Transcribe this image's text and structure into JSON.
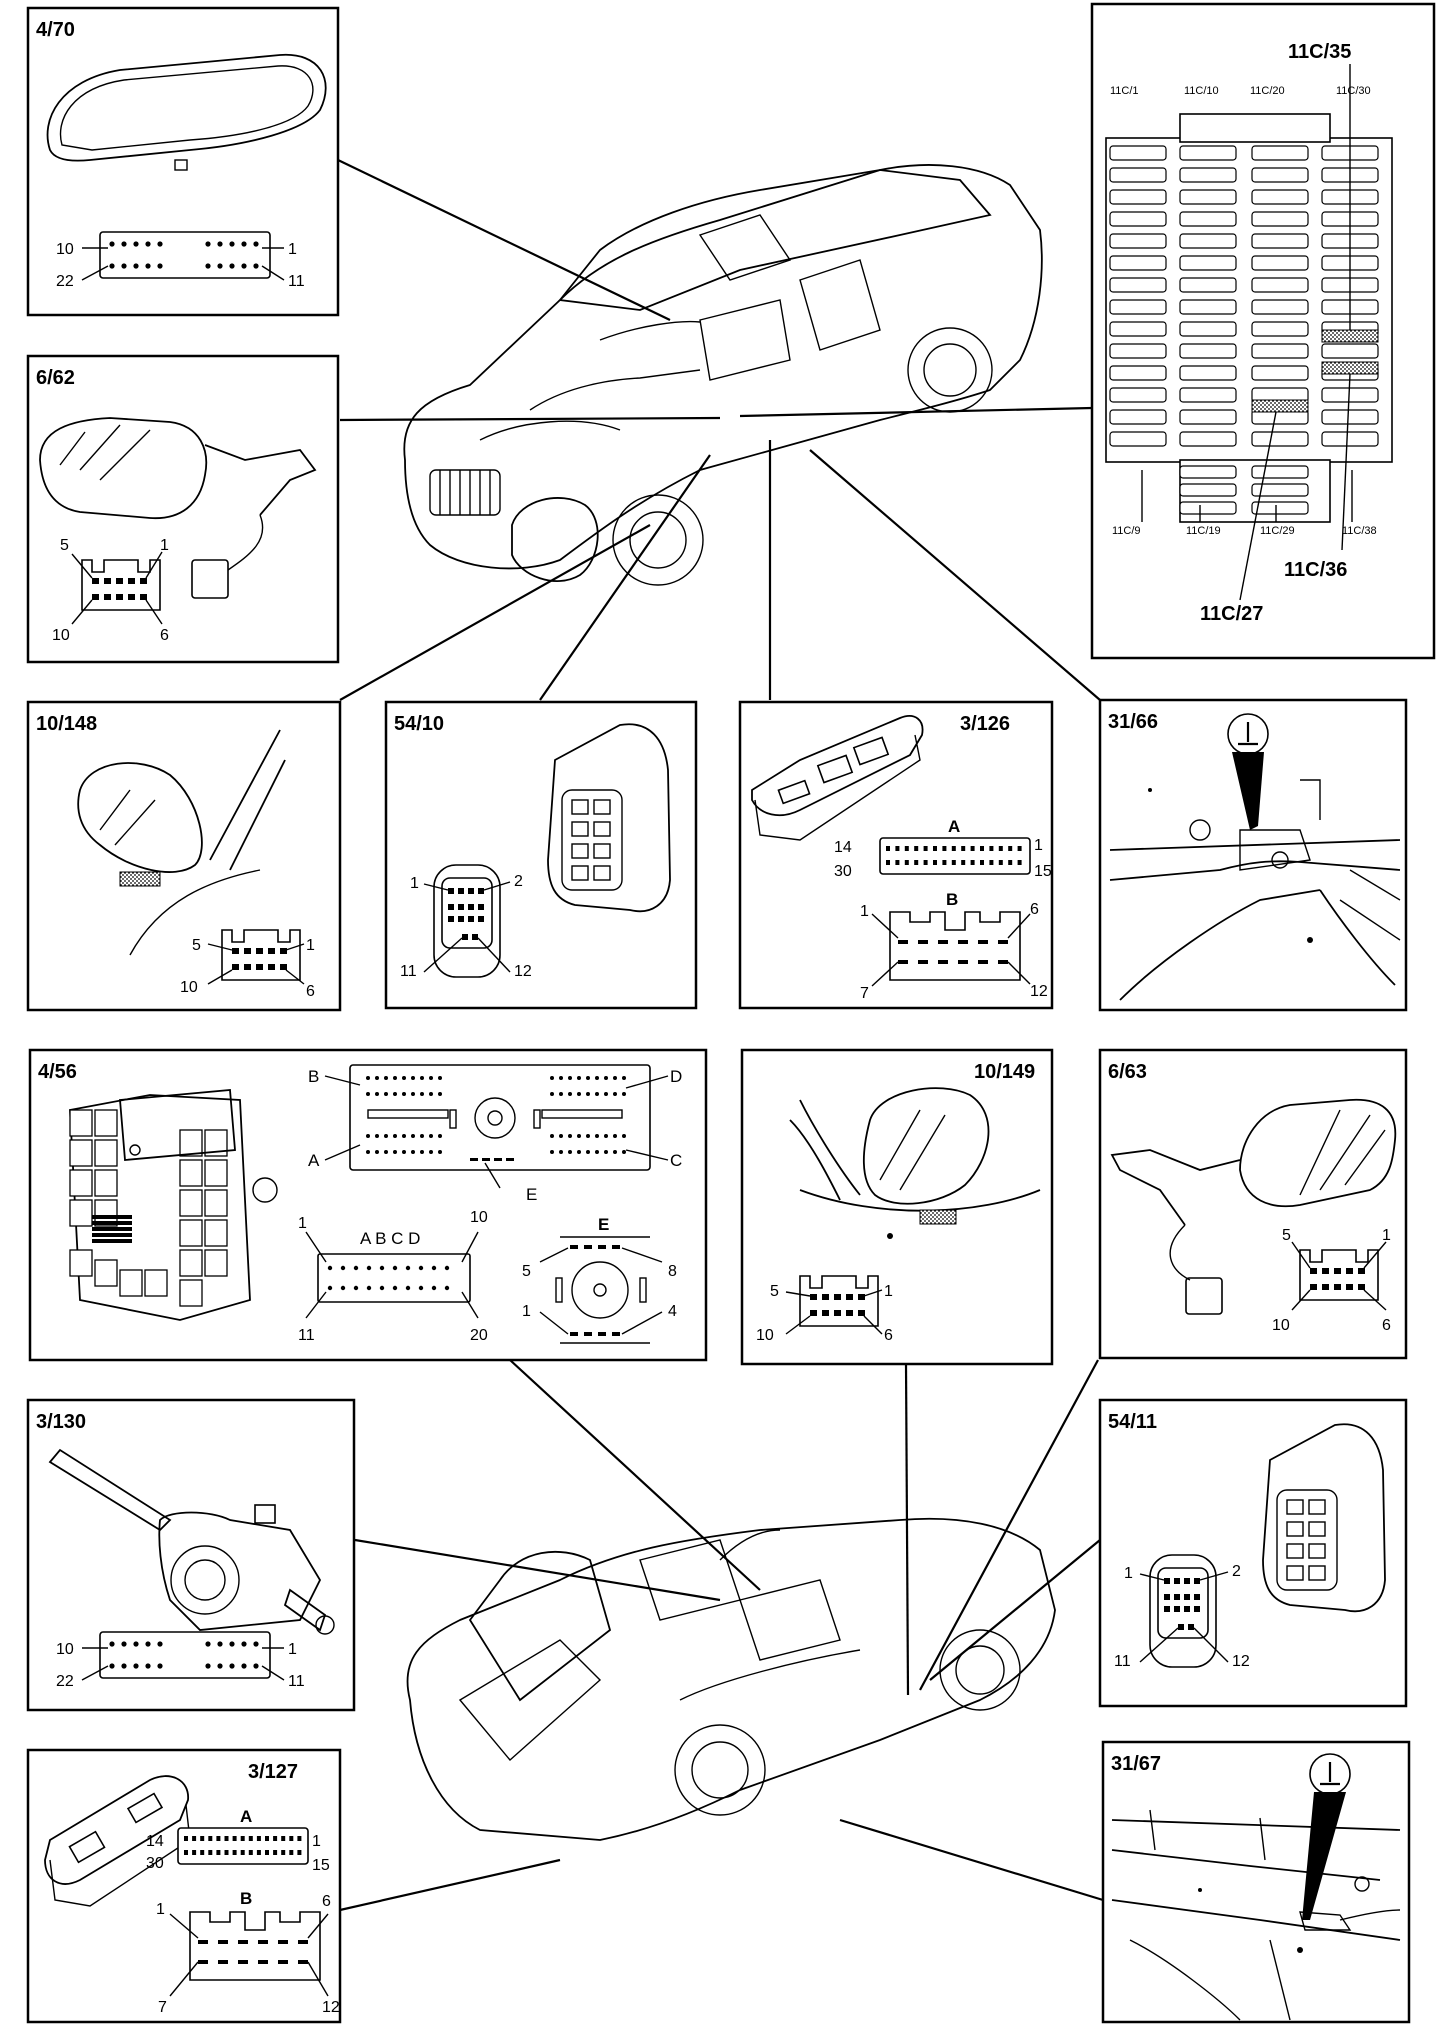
{
  "panels": {
    "p4_70": {
      "code": "4/70",
      "pins": {
        "a": "10",
        "b": "1",
        "c": "22",
        "d": "11"
      }
    },
    "p6_62": {
      "code": "6/62",
      "pins": {
        "a": "5",
        "b": "1",
        "c": "10",
        "d": "6"
      }
    },
    "p11c": {
      "code_top": "11C/35",
      "code_36": "11C/36",
      "code_27": "11C/27",
      "top_labels": [
        "11C/1",
        "11C/10",
        "11C/20",
        "11C/30"
      ],
      "bottom_labels": [
        "11C/9",
        "11C/19",
        "11C/29",
        "11C/38"
      ]
    },
    "p10_148": {
      "code": "10/148",
      "pins": {
        "a": "5",
        "b": "1",
        "c": "10",
        "d": "6"
      }
    },
    "p54_10": {
      "code": "54/10",
      "pins": {
        "a": "1",
        "b": "2",
        "c": "11",
        "d": "12"
      }
    },
    "p3_126": {
      "code": "3/126",
      "conn_a": "A",
      "conn_b": "B",
      "pins_a": {
        "a": "14",
        "b": "1",
        "c": "30",
        "d": "15"
      },
      "pins_b": {
        "a": "1",
        "b": "6",
        "c": "7",
        "d": "12"
      }
    },
    "p31_66": {
      "code": "31/66"
    },
    "p4_56": {
      "code": "4/56",
      "block_letters": {
        "b": "B",
        "d": "D",
        "a": "A",
        "c": "C",
        "e": "E"
      },
      "abcd": "A B C D",
      "conn_pins": {
        "a": "1",
        "b": "10",
        "c": "11",
        "d": "20"
      },
      "e_title": "E",
      "e_pins": {
        "a": "5",
        "b": "8",
        "c": "1",
        "d": "4"
      }
    },
    "p10_149": {
      "code": "10/149",
      "pins": {
        "a": "5",
        "b": "1",
        "c": "10",
        "d": "6"
      }
    },
    "p6_63": {
      "code": "6/63",
      "pins": {
        "a": "5",
        "b": "1",
        "c": "10",
        "d": "6"
      }
    },
    "p3_130": {
      "code": "3/130",
      "pins": {
        "a": "10",
        "b": "1",
        "c": "22",
        "d": "11"
      }
    },
    "p54_11": {
      "code": "54/11",
      "pins": {
        "a": "1",
        "b": "2",
        "c": "11",
        "d": "12"
      }
    },
    "p3_127": {
      "code": "3/127",
      "conn_a": "A",
      "conn_b": "B",
      "pins_a": {
        "a": "14",
        "b": "1",
        "c": "30",
        "d": "15"
      },
      "pins_b": {
        "a": "1",
        "b": "6",
        "c": "7",
        "d": "12"
      }
    },
    "p31_67": {
      "code": "31/67"
    }
  },
  "icons": {
    "ground": "ground-symbol-icon"
  }
}
